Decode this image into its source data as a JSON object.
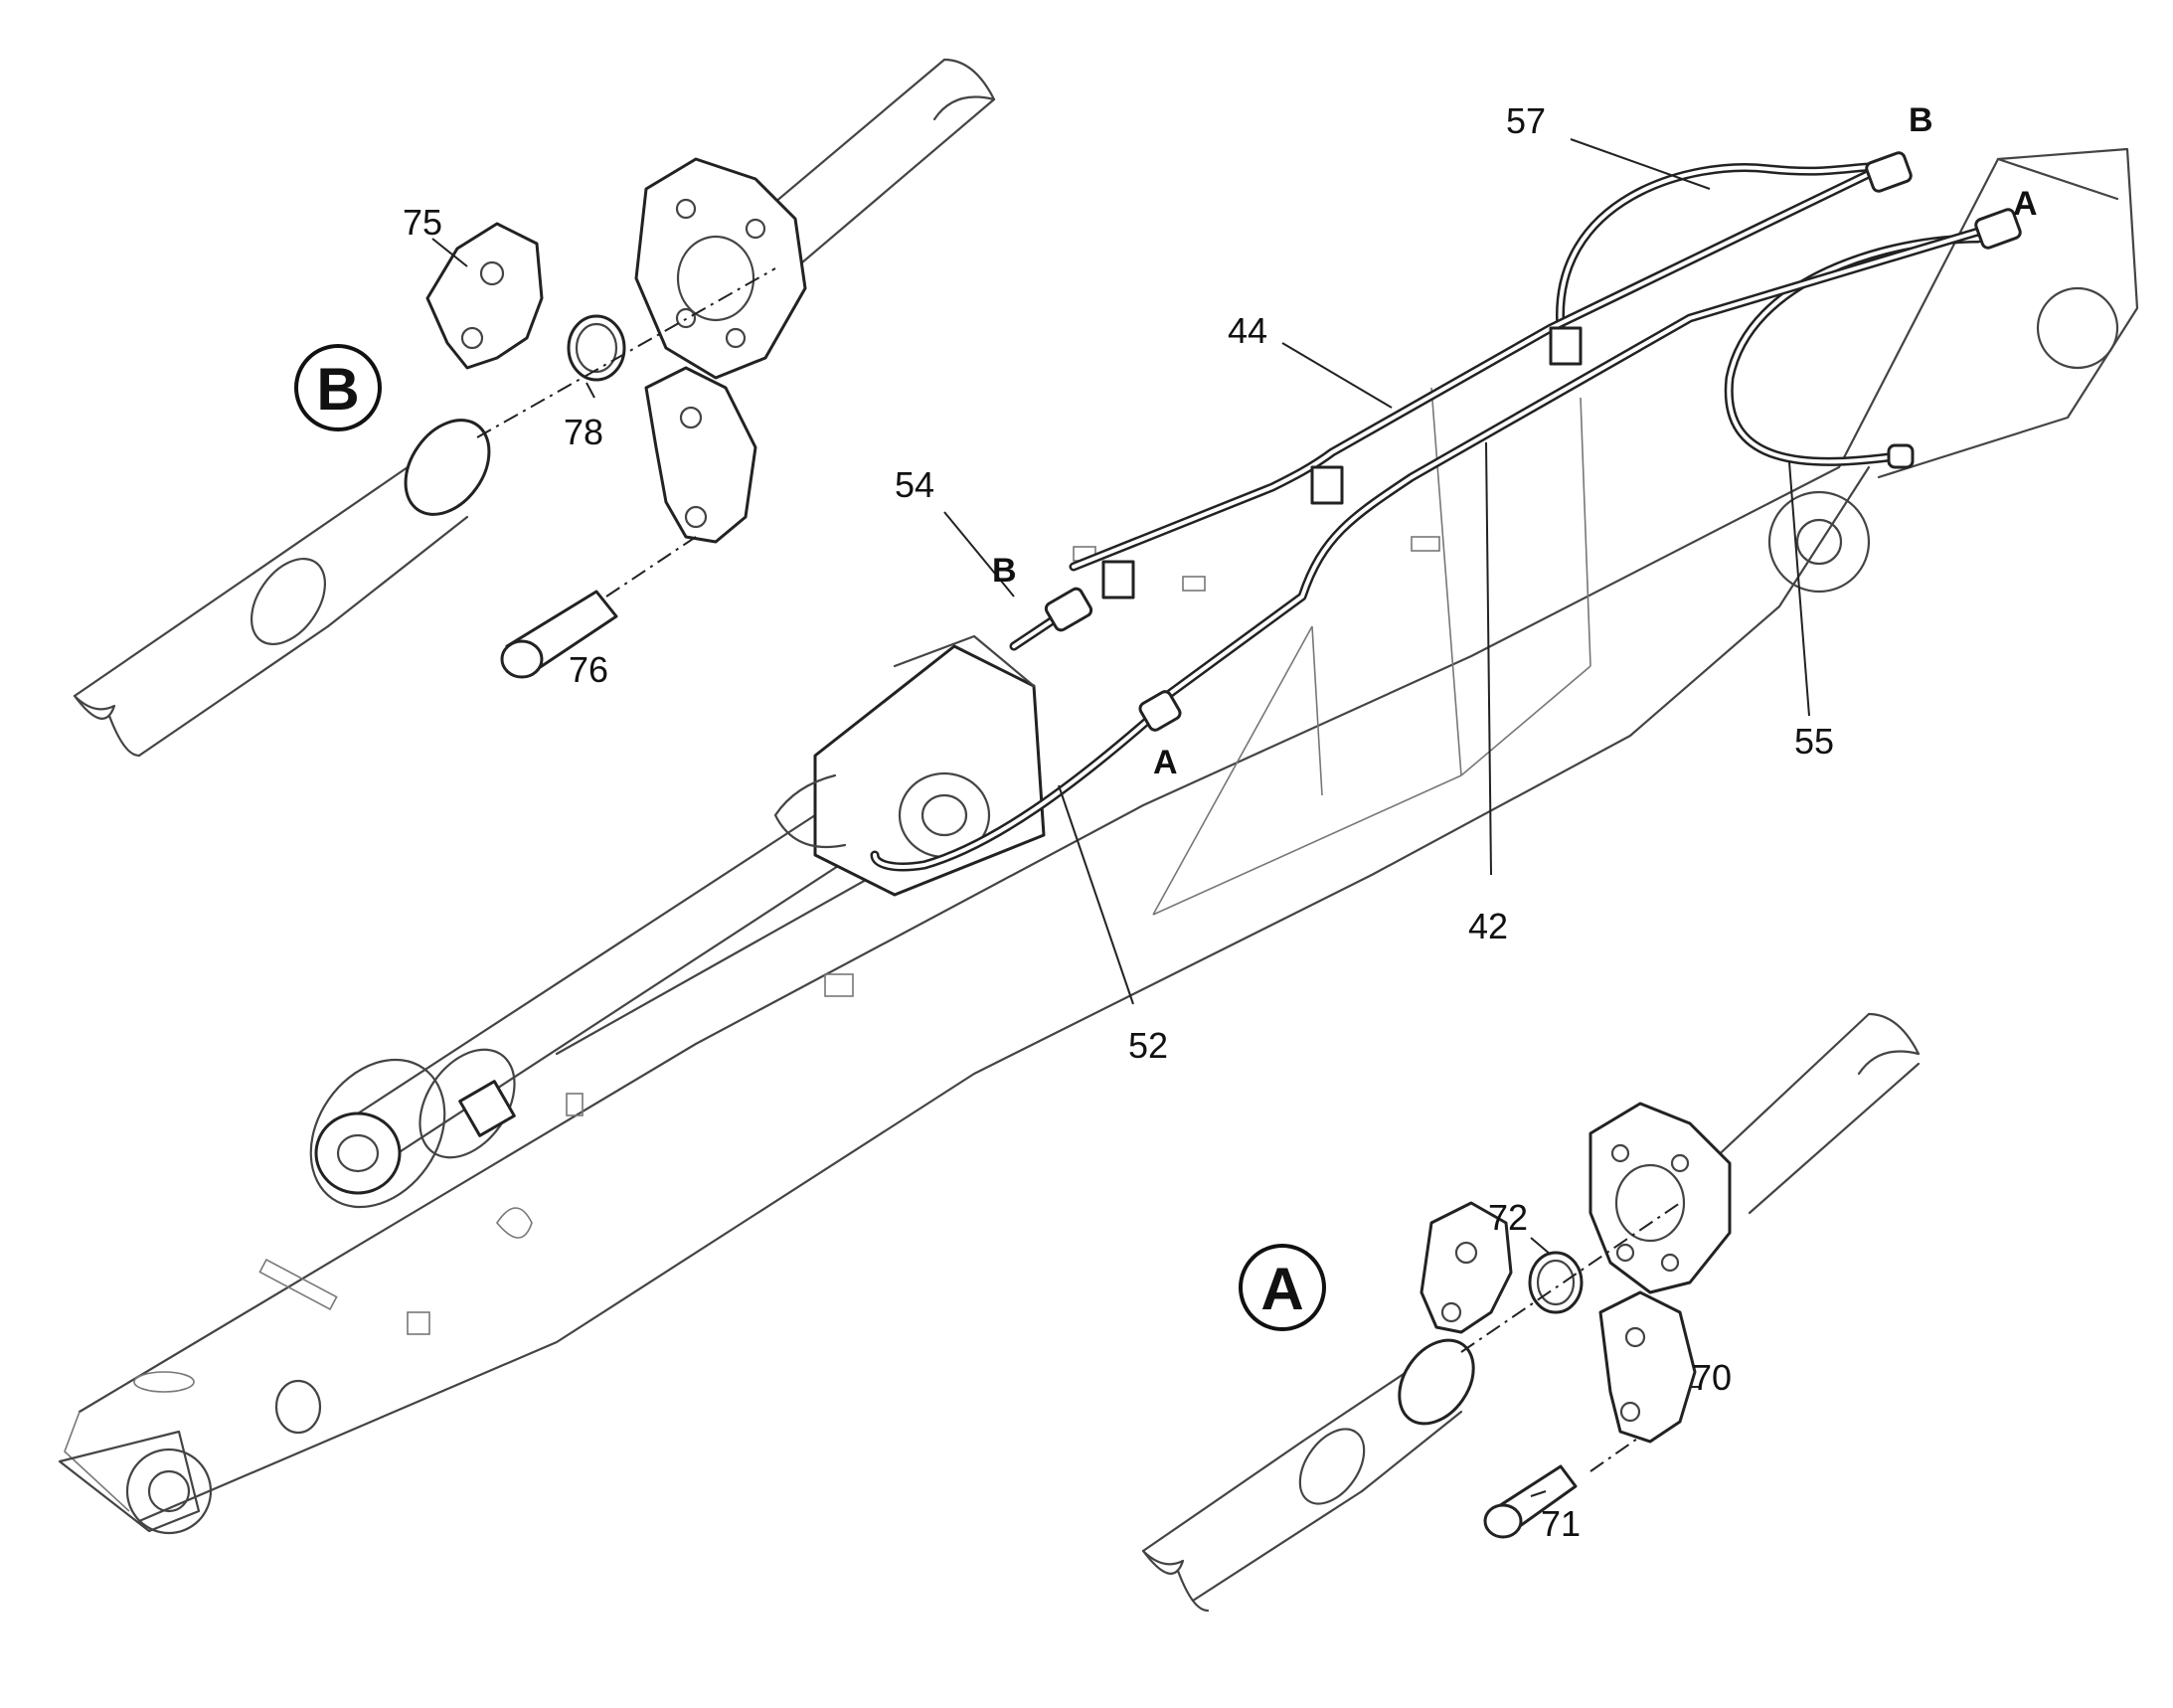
{
  "callouts": {
    "c57": "57",
    "c44": "44",
    "c54": "54",
    "c55": "55",
    "c42": "42",
    "c52": "52",
    "c75": "75",
    "c78": "78",
    "c76": "76",
    "c72": "72",
    "c70": "70",
    "c71": "71"
  },
  "connection_letters": {
    "top_b": "B",
    "top_a": "A",
    "mid_b": "B",
    "mid_a": "A"
  },
  "detail_views": {
    "b": "B",
    "a": "A"
  }
}
